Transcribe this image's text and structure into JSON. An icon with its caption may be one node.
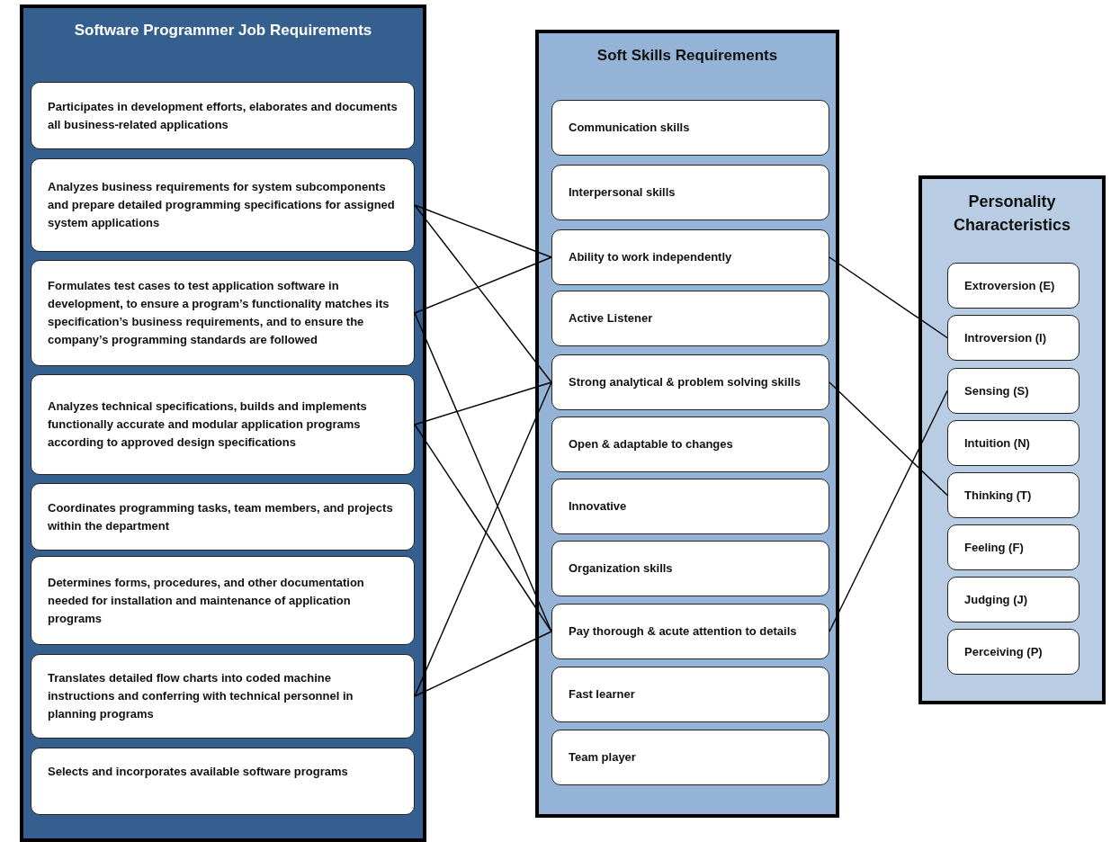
{
  "diagram": {
    "nodes": [
      {
        "text": [
          "Software Programmer Job Requirements"
        ]
      },
      {
        "text": [
          "Participates in development efforts, elaborates and documents all business-related applications"
        ],
        "in": 0
      },
      {
        "text": [
          "Analyzes business requirements for system subcomponents and prepare detailed programming specifications for assigned system applications"
        ],
        "in": 0
      },
      {
        "text": [
          "Formulates test cases to test application software in development, to ensure a program’s functionality matches its specification’s business requirements, and to ensure the company’s programming standards are followed"
        ],
        "in": 0
      },
      {
        "text": [
          "Analyzes technical specifications, builds and implements functionally accurate and modular application programs according to approved design specifications"
        ],
        "in": 0
      },
      {
        "text": [
          "Coordinates programming tasks, team members, and projects within the department"
        ],
        "in": 0
      },
      {
        "text": [
          "Determines forms, procedures, and other documentation needed for installation and maintenance of application programs"
        ],
        "in": 0
      },
      {
        "text": [
          "Translates detailed flow charts into coded machine instructions and conferring with technical personnel in planning programs"
        ],
        "in": 0
      },
      {
        "text": [
          "Selects and incorporates available software programs"
        ],
        "in": 0
      },
      {
        "text": [
          "Soft Skills Requirements"
        ]
      },
      {
        "text": [
          "Communication skills"
        ],
        "in": 9
      },
      {
        "text": [
          "Interpersonal skills"
        ],
        "in": 9
      },
      {
        "text": [
          "Ability to work independently"
        ],
        "in": 9
      },
      {
        "text": [
          "Active Listener"
        ],
        "in": 9
      },
      {
        "text": [
          "Strong analytical & problem solving skills"
        ],
        "in": 9
      },
      {
        "text": [
          "Open & adaptable to changes"
        ],
        "in": 9
      },
      {
        "text": [
          "Innovative"
        ],
        "in": 9
      },
      {
        "text": [
          "Organization skills"
        ],
        "in": 9
      },
      {
        "text": [
          "Pay thorough & acute attention to details"
        ],
        "in": 9
      },
      {
        "text": [
          "Fast learner"
        ],
        "in": 9
      },
      {
        "text": [
          "Team player"
        ],
        "in": 9
      },
      {
        "text": [
          "Personality Characteristics"
        ]
      },
      {
        "text": [
          "Extroversion (E)"
        ],
        "in": 21
      },
      {
        "text": [
          "Introversion (I)"
        ],
        "in": 21
      },
      {
        "text": [
          "Sensing (S)"
        ],
        "in": 21
      },
      {
        "text": [
          "Intuition (N)"
        ],
        "in": 21
      },
      {
        "text": [
          "Thinking (T)"
        ],
        "in": 21
      },
      {
        "text": [
          "Feeling (F)"
        ],
        "in": 21
      },
      {
        "text": [
          "Judging (J)"
        ],
        "in": 21
      },
      {
        "text": [
          "Perceiving (P)"
        ],
        "in": 21
      }
    ],
    "edges": [
      {
        "from": 2,
        "to": 12,
        "arrow": "none"
      },
      {
        "from": 2,
        "to": 14,
        "arrow": "none"
      },
      {
        "from": 3,
        "to": 12,
        "arrow": "none"
      },
      {
        "from": 3,
        "to": 18,
        "arrow": "none"
      },
      {
        "from": 4,
        "to": 14,
        "arrow": "none"
      },
      {
        "from": 4,
        "to": 18,
        "arrow": "none"
      },
      {
        "from": 7,
        "to": 14,
        "arrow": "none"
      },
      {
        "from": 7,
        "to": 18,
        "arrow": "none"
      },
      {
        "from": 12,
        "to": 23,
        "arrow": "none"
      },
      {
        "from": 14,
        "to": 26,
        "arrow": "none"
      },
      {
        "from": 18,
        "to": 24,
        "arrow": "none"
      }
    ]
  }
}
